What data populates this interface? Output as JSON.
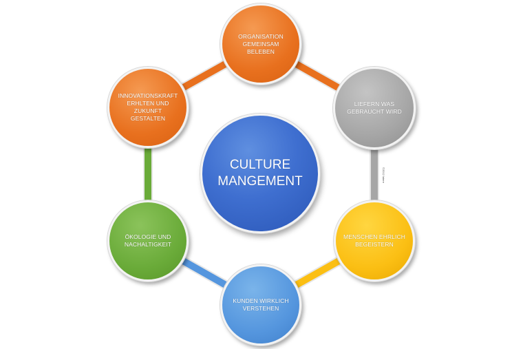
{
  "center": {
    "label": "CULTURE\nMANGEMENT",
    "color": "#3f6fd0"
  },
  "nodes": [
    {
      "id": "organisation",
      "label": "ORGANISATION\nGEMEINSAM\nBELEBEN",
      "color": "#e8701e"
    },
    {
      "id": "liefern",
      "label": "LIEFERN WAS\nGEBRAUCHT WIRD",
      "color": "#a6a6a6"
    },
    {
      "id": "menschen",
      "label": "MENSCHEN EHRLICH\nBEGEISTERN",
      "color": "#fbbf14"
    },
    {
      "id": "kunden",
      "label": "KUNDEN WIRKLICH\nVERSTEHEN",
      "color": "#5596de"
    },
    {
      "id": "oekologie",
      "label": "ÖKOLOGIE UND\nNACHALTIGKEIT",
      "color": "#6aab39"
    },
    {
      "id": "innovation",
      "label": "INNOVATIONSKRAFT\nERHLTEN UND\nZUKUNFT\nGESTALTEN",
      "color": "#e8701e"
    }
  ],
  "ring_segments": [
    {
      "from": "organisation",
      "to": "liefern",
      "color": "#e8701e"
    },
    {
      "from": "liefern",
      "to": "menschen",
      "color": "#a6a6a6"
    },
    {
      "from": "menschen",
      "to": "kunden",
      "color": "#fbbf14"
    },
    {
      "from": "kunden",
      "to": "oekologie",
      "color": "#5596de"
    },
    {
      "from": "oekologie",
      "to": "innovation",
      "color": "#6aab39"
    },
    {
      "from": "innovation",
      "to": "organisation",
      "color": "#e8701e"
    }
  ],
  "copyright": "©2012 latere"
}
